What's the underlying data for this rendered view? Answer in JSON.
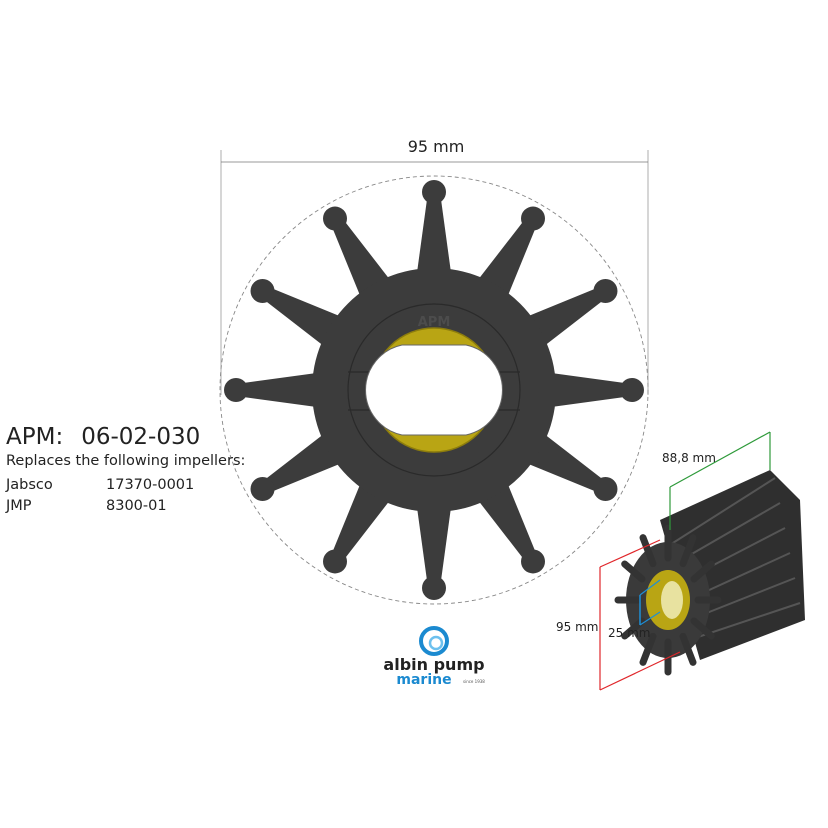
{
  "dimensions": {
    "diameter": "95 mm",
    "length": "88,8 mm",
    "diameter_3d": "95 mm",
    "shaft": "25 mm"
  },
  "part": {
    "label": "APM:",
    "number": "06-02-030"
  },
  "replaces_heading": "Replaces the following impellers:",
  "replacements": [
    {
      "brand": "Jabsco",
      "part": "17370-0001"
    },
    {
      "brand": "JMP",
      "part": "8300-01"
    }
  ],
  "logo": {
    "line1": "albin pump",
    "line2": "marine",
    "tagline": "since 1938"
  },
  "hub_mark": "APM",
  "colors": {
    "rubber": "#3c3c3c",
    "insert": "#b9a514",
    "dim_red": "#e0262a",
    "dim_green": "#2e9a3a",
    "dim_blue": "#1e8fd6",
    "brand_blue": "#1b8ad0"
  }
}
